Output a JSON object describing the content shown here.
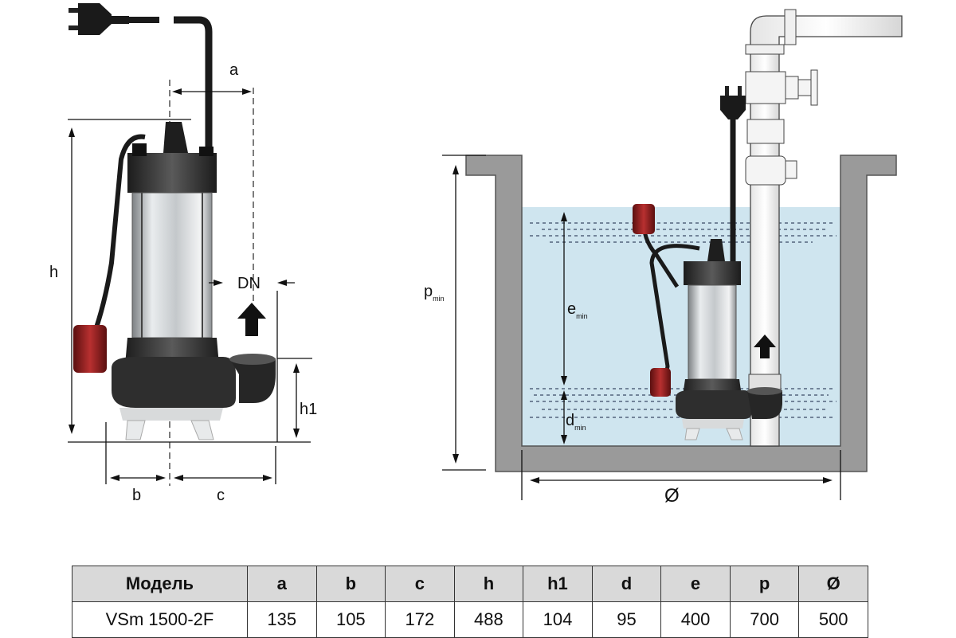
{
  "left_diagram": {
    "label_a": "a",
    "label_h": "h",
    "label_dn": "DN",
    "label_h1": "h1",
    "label_b": "b",
    "label_c": "c"
  },
  "right_diagram": {
    "label_p": "p",
    "label_p_sub": "min",
    "label_e": "e",
    "label_e_sub": "min",
    "label_d": "d",
    "label_d_sub": "min",
    "label_diameter": "Ø"
  },
  "colors": {
    "water": "#cfe5ef",
    "wall": "#9a9a9a",
    "float": "#8e1d1d",
    "pump_dark": "#2b2b2b",
    "pump_steel": "#c9cdd0"
  },
  "table": {
    "headers": [
      "Модель",
      "a",
      "b",
      "c",
      "h",
      "h1",
      "d",
      "e",
      "p",
      "Ø"
    ],
    "rows": [
      [
        "VSm 1500-2F",
        "135",
        "105",
        "172",
        "488",
        "104",
        "95",
        "400",
        "700",
        "500"
      ]
    ]
  }
}
